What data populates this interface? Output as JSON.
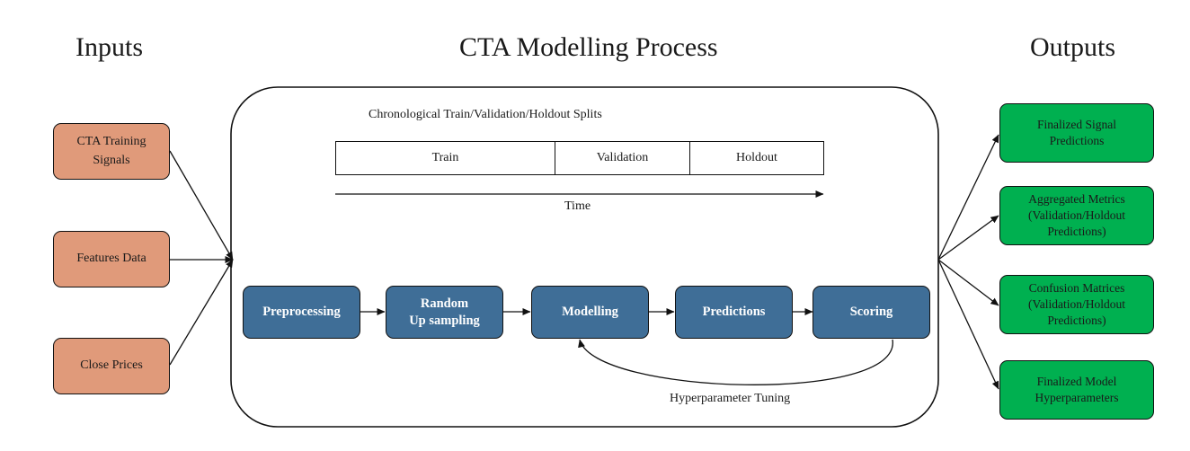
{
  "headings": {
    "inputs": "Inputs",
    "process": "CTA Modelling Process",
    "outputs": "Outputs"
  },
  "inputs": [
    "CTA Training\nSignals",
    "Features Data",
    "Close Prices"
  ],
  "splits": {
    "caption": "Chronological Train/Validation/Holdout Splits",
    "segments": [
      "Train",
      "Validation",
      "Holdout"
    ],
    "time_label": "Time"
  },
  "pipeline": [
    "Preprocessing",
    "Random\nUp sampling",
    "Modelling",
    "Predictions",
    "Scoring"
  ],
  "loop_label": "Hyperparameter Tuning",
  "outputs": [
    "Finalized Signal\nPredictions",
    "Aggregated Metrics\n(Validation/Holdout\nPredictions)",
    "Confusion Matrices\n(Validation/Holdout\nPredictions)",
    "Finalized Model\nHyperparameters"
  ],
  "colors": {
    "input_fill": "#e09a7a",
    "process_fill": "#3f6e97",
    "output_fill": "#00b050"
  }
}
